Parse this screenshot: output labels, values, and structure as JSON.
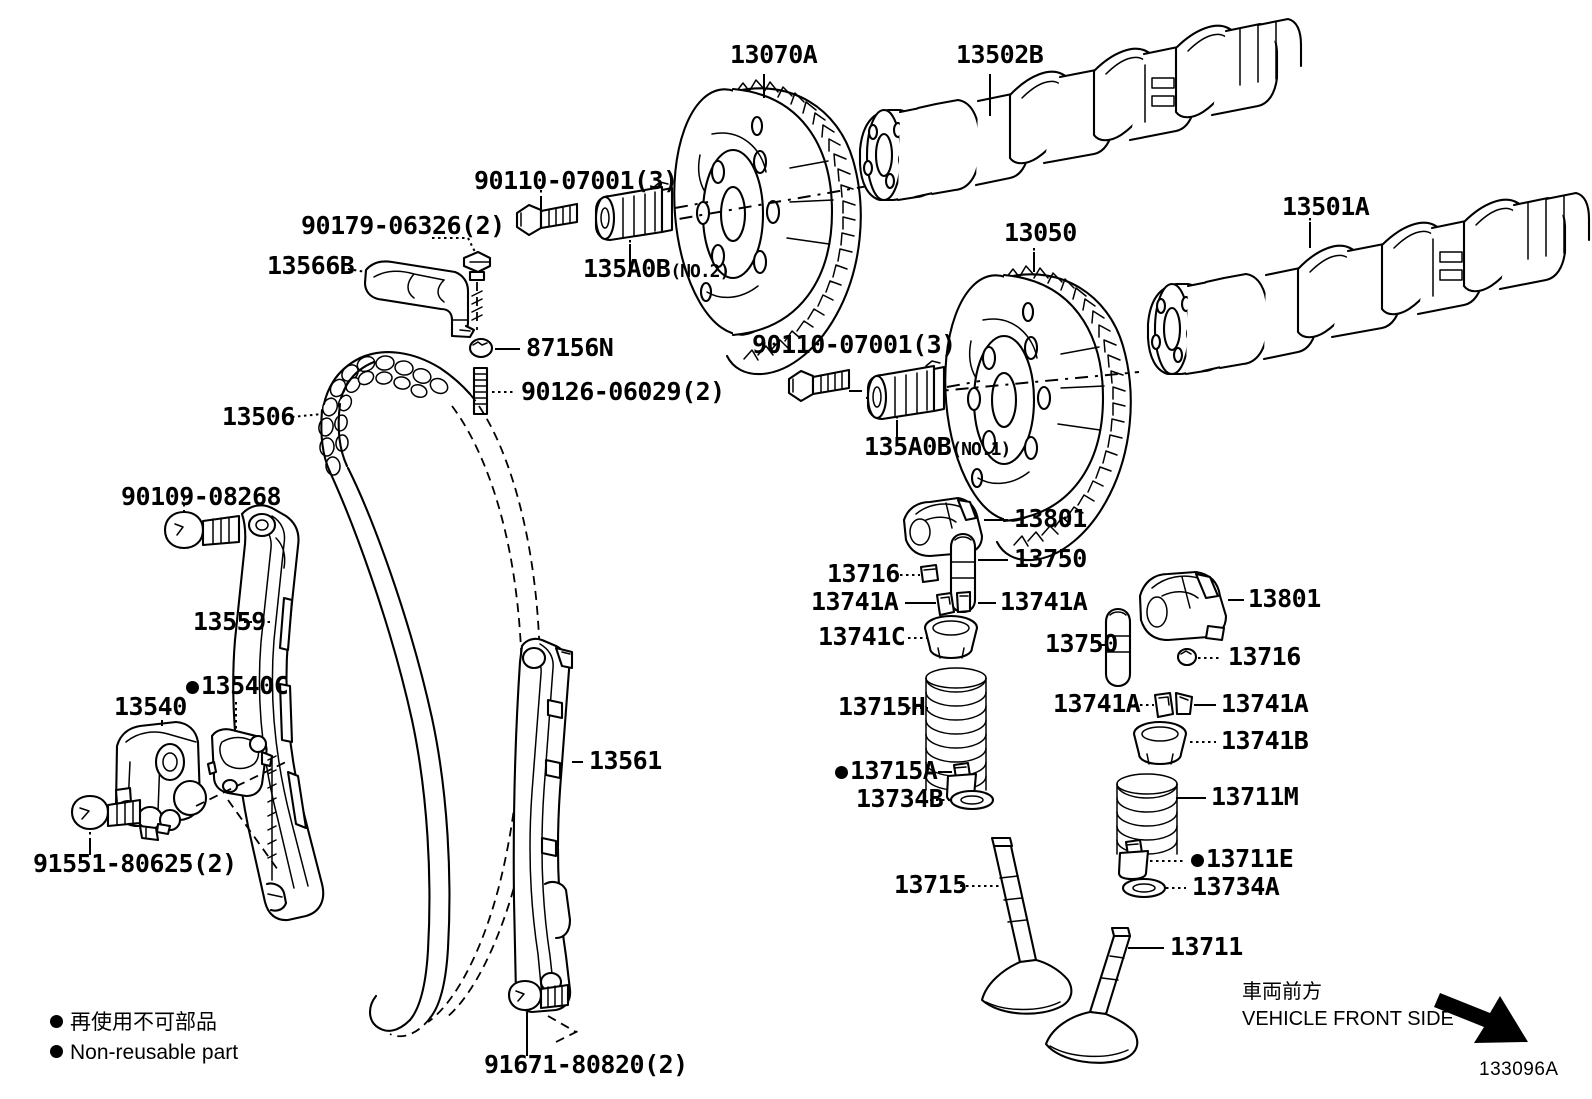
{
  "diagram": {
    "code": "133096A",
    "legend": {
      "jp": "再使用不可部品",
      "en": "Non-reusable part"
    },
    "front_note": {
      "jp": "車両前方",
      "en": "VEHICLE FRONT SIDE"
    }
  },
  "labels": {
    "sprocket_no2": "13070A",
    "camshaft_no2": "13502B",
    "bolt_no2": "90110-07001(3)",
    "valve_timing_oil_control_no2": "135A0B",
    "valve_timing_oil_control_no2_suffix": "(NO.2)",
    "bolt_chain_damper": "90179-06326(2)",
    "chain_damper": "13566B",
    "plug_87156n": "87156N",
    "stud_bolt": "90126-06029(2)",
    "timing_chain": "13506",
    "bolt_90109": "90109-08268",
    "chain_tensioner_slipper": "13559",
    "chain_tensioner_assy": "13540",
    "tensioner_gasket": "13540C",
    "bolt_91551": "91551-80625(2)",
    "chain_vibration_damper": "13561",
    "bolt_91671": "91671-80820(2)",
    "sprocket_no1": "13050",
    "bolt_no1": "90110-07001(3)",
    "valve_timing_oil_control_no1": "135A0B",
    "valve_timing_oil_control_no1_suffix": "(NO.1)",
    "camshaft_no1": "13501A",
    "rocker_arm_intake": "13801",
    "lash_adjuster_intake": "13750",
    "clip_intake": "13716",
    "retainer_lock_intake_left": "13741A",
    "retainer_lock_intake_right": "13741A",
    "spring_retainer_intake": "13741C",
    "valve_spring_intake": "13715H",
    "valve_stem_seal_intake": "13715A",
    "spring_seat_intake": "13734B",
    "valve_intake": "13715",
    "rocker_arm_exhaust": "13801",
    "lash_adjuster_exhaust": "13750",
    "clip_exhaust": "13716",
    "retainer_lock_exhaust_left": "13741A",
    "retainer_lock_exhaust_right": "13741A",
    "spring_retainer_exhaust": "13741B",
    "valve_spring_exhaust": "13711M",
    "valve_stem_seal_exhaust": "13711E",
    "spring_seat_exhaust": "13734A",
    "valve_exhaust": "13711"
  }
}
